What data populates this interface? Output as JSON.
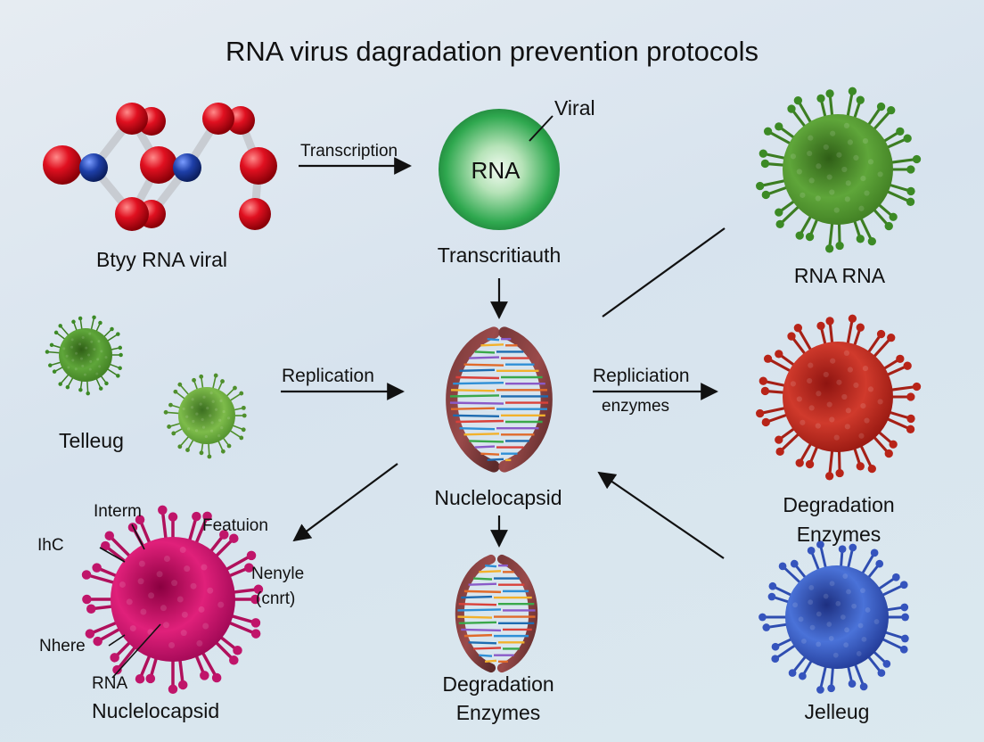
{
  "title": "RNA virus dagradation prevention protocols",
  "molecule": {
    "label": "Btyy RNA viral"
  },
  "transcription_arrow": {
    "label": "Transcription"
  },
  "rna_circle": {
    "text": "RNA",
    "callout": "Viral",
    "label": "Transcritiauth"
  },
  "green_virus_top": {
    "label": "RNA RNA"
  },
  "small_viruses": {
    "label": "Telleug"
  },
  "replication_arrow": {
    "label": "Replication"
  },
  "nucleocapsid_center": {
    "label": "Nuclelocapsid"
  },
  "repliciation_arrow": {
    "line1": "Repliciation",
    "line2": "enzymes"
  },
  "red_virus": {
    "line1": "Degradation",
    "line2": "Enzymes"
  },
  "pink_virus": {
    "callouts": [
      "Interm",
      "Featuion",
      "IhC",
      "Nenyle",
      "(cnrt)",
      "Nhere",
      "RNA"
    ],
    "label": "Nuclelocapsid"
  },
  "nucleocapsid_bottom": {
    "line1": "Degradation",
    "line2": "Enzymes"
  },
  "blue_virus": {
    "label": "Jelleug"
  },
  "colors": {
    "virus_green": "#4e9a2e",
    "virus_red": "#c0281f",
    "virus_pink": "#d2156f",
    "virus_blue": "#3a5fc8",
    "atom_red": "#d10f1c",
    "atom_blue": "#1e3fa8",
    "rna_circle": "#2fa84f"
  }
}
